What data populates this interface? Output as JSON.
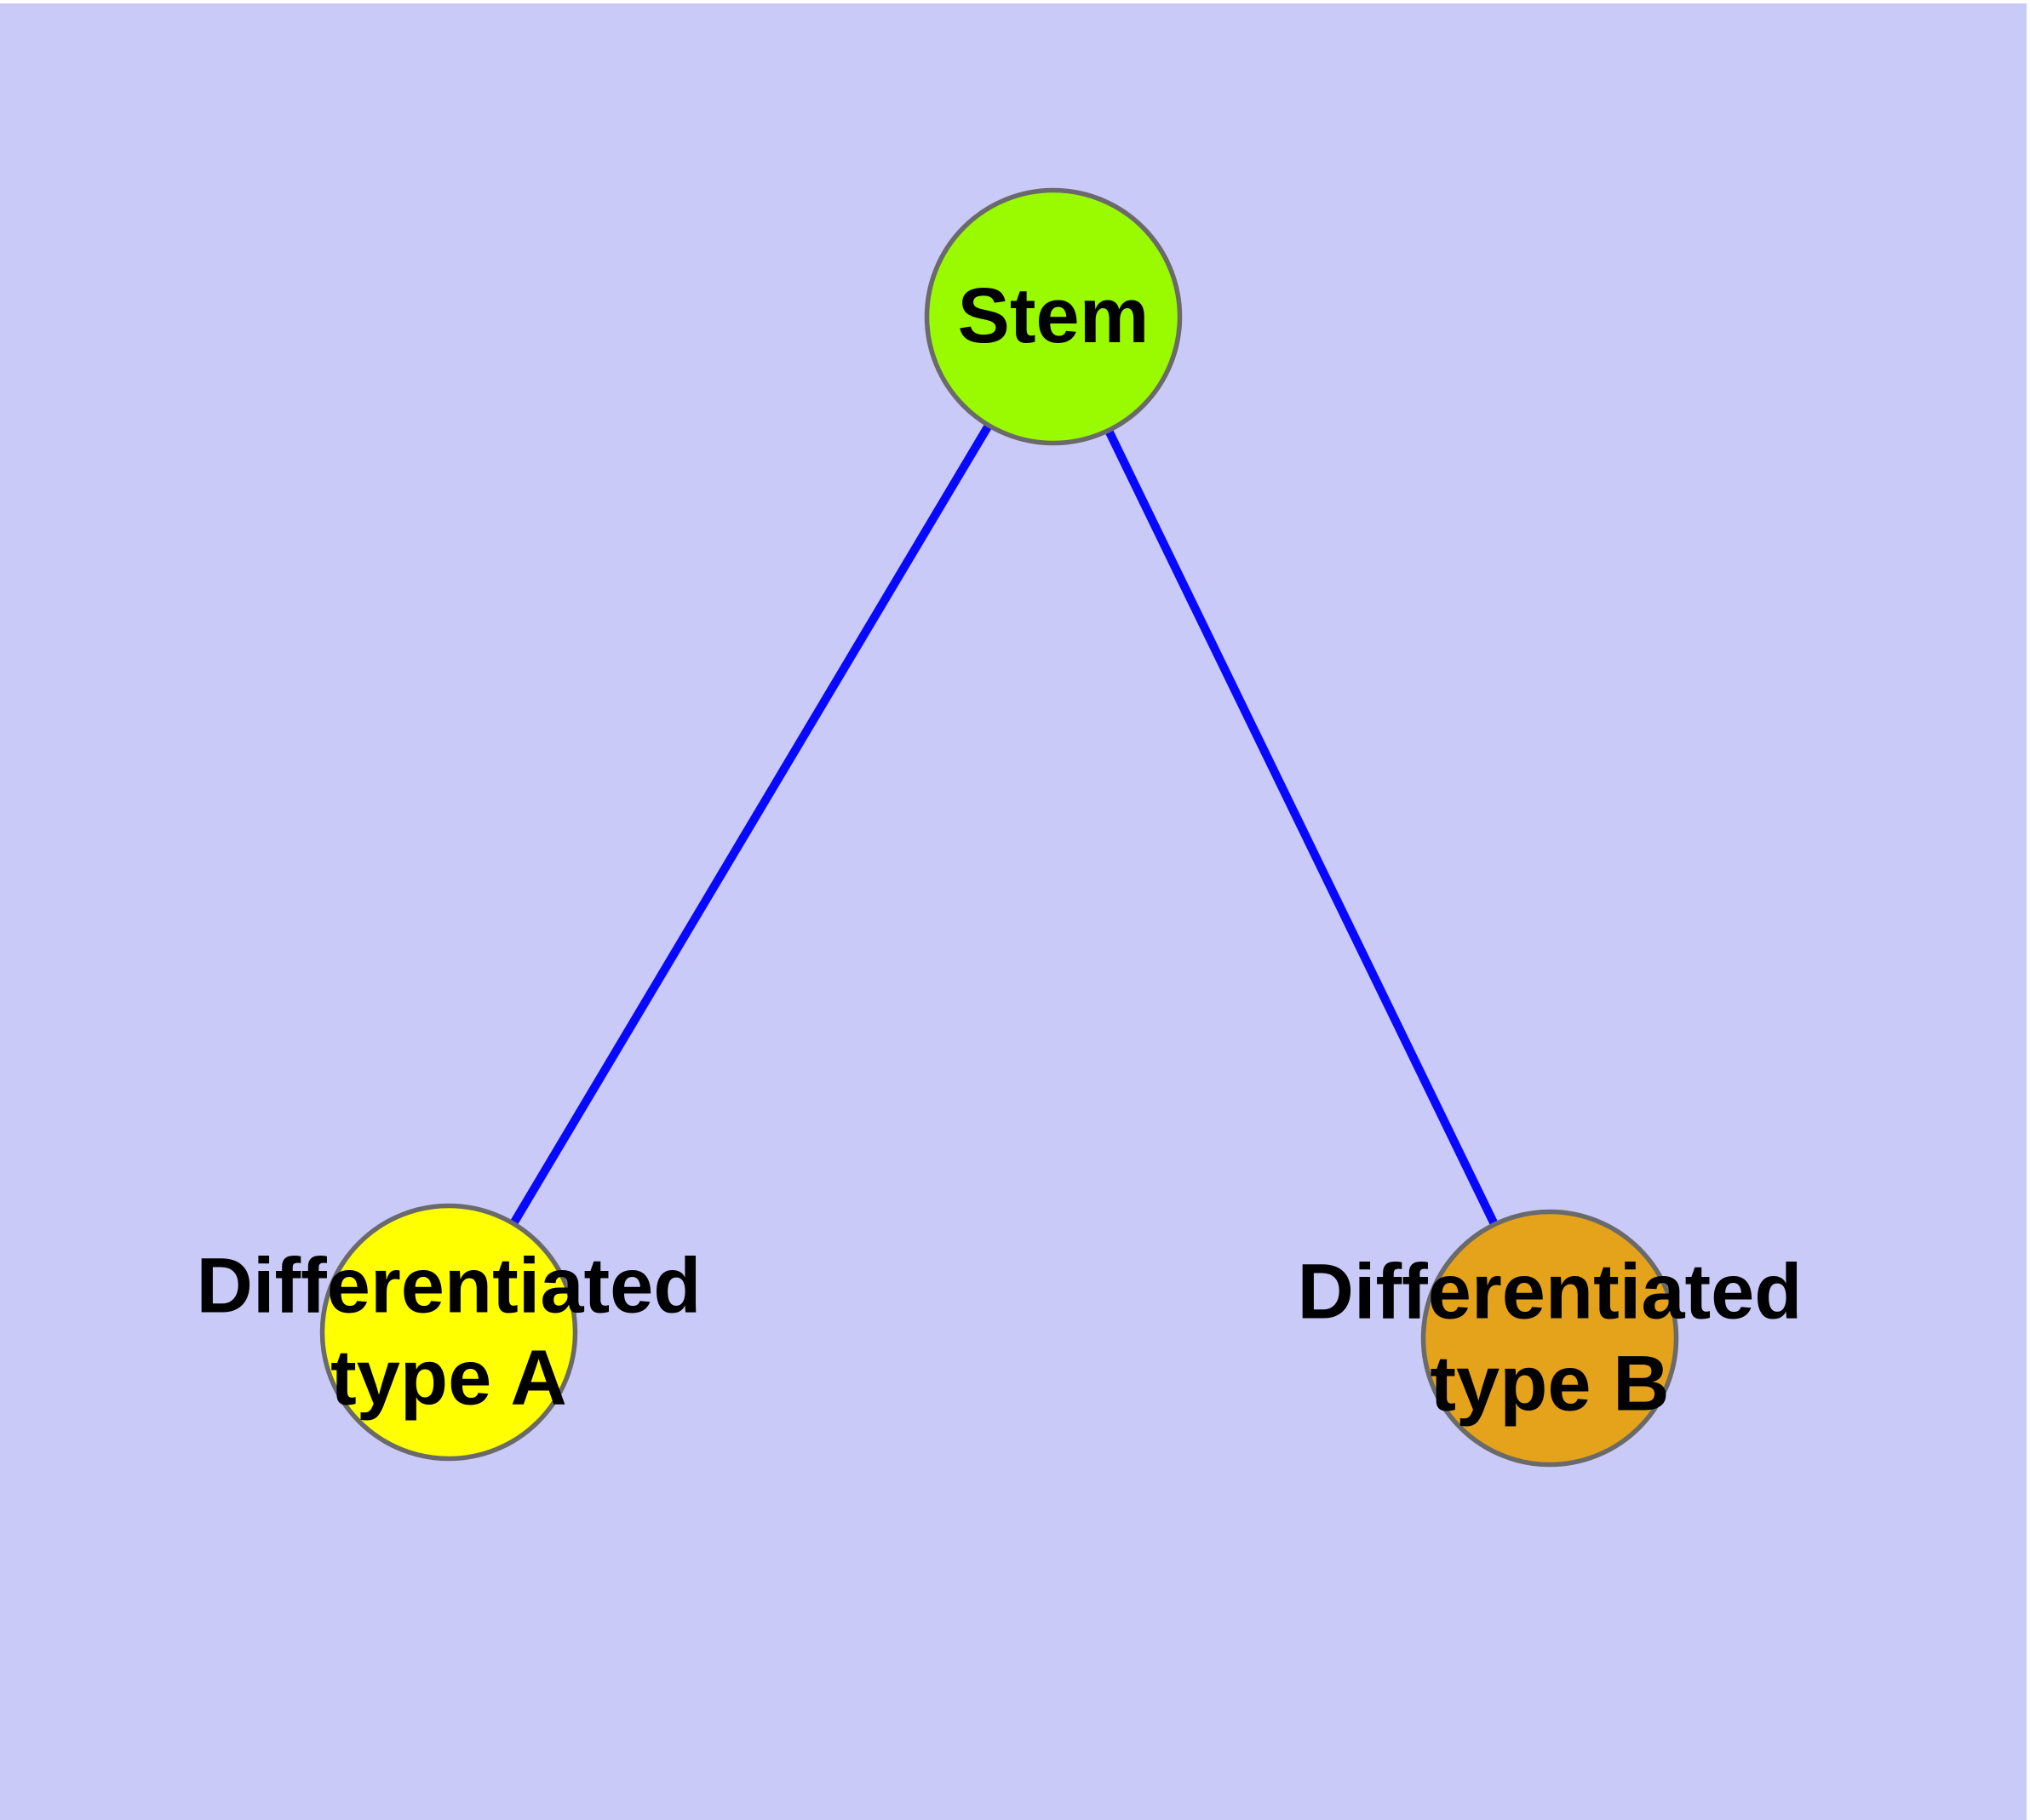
{
  "diagram": {
    "description": "Stem cell differentiation graph: one stem node linked to two differentiated cell type nodes",
    "background_color": "#CACAF9",
    "page_margin_color": "#ffffff",
    "edge_color": "#0808FF",
    "node_border_color": "#6A6A6A",
    "label_color": "#000000",
    "nodes": [
      {
        "id": "stem",
        "label": "Stem",
        "fill_color": "#9AFA00"
      },
      {
        "id": "differentiated-type-a",
        "label": "Differentiated\ntype A",
        "fill_color": "#FFFF00"
      },
      {
        "id": "differentiated-type-b",
        "label": "Differentiated\ntype B",
        "fill_color": "#E5A21B"
      }
    ],
    "edges": [
      {
        "from": "Stem",
        "to": "Differentiated type A"
      },
      {
        "from": "Stem",
        "to": "Differentiated type B"
      }
    ]
  }
}
